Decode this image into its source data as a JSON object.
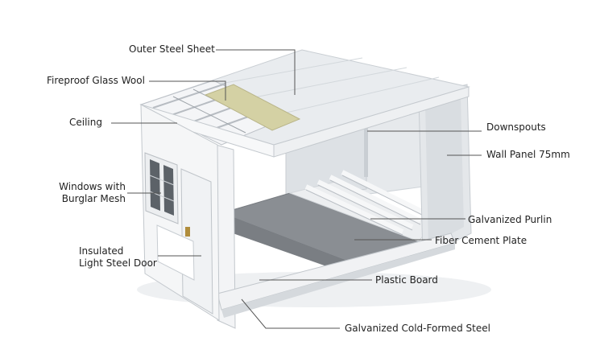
{
  "labels": {
    "outer_steel_sheet": "Outer Steel Sheet",
    "fireproof_glass_wool": "Fireproof Glass Wool",
    "ceiling": "Ceiling",
    "windows_line1": "Windows with",
    "windows_line2": "Burglar Mesh",
    "door_line1": "Insulated",
    "door_line2": "Light Steel Door",
    "downspouts": "Downspouts",
    "wall_panel": "Wall Panel 75mm",
    "galvanized_purlin": "Galvanized Purlin",
    "fiber_cement_plate": "Fiber Cement Plate",
    "plastic_board": "Plastic Board",
    "cold_formed_steel": "Galvanized Cold-Formed Steel"
  },
  "colors": {
    "frame_light": "#f1f3f5",
    "frame_mid": "#dfe3e7",
    "frame_shadow": "#c6cbd1",
    "floor": "#8a8e93",
    "glass_wool": "#d4d1a4",
    "leader": "#555555"
  }
}
